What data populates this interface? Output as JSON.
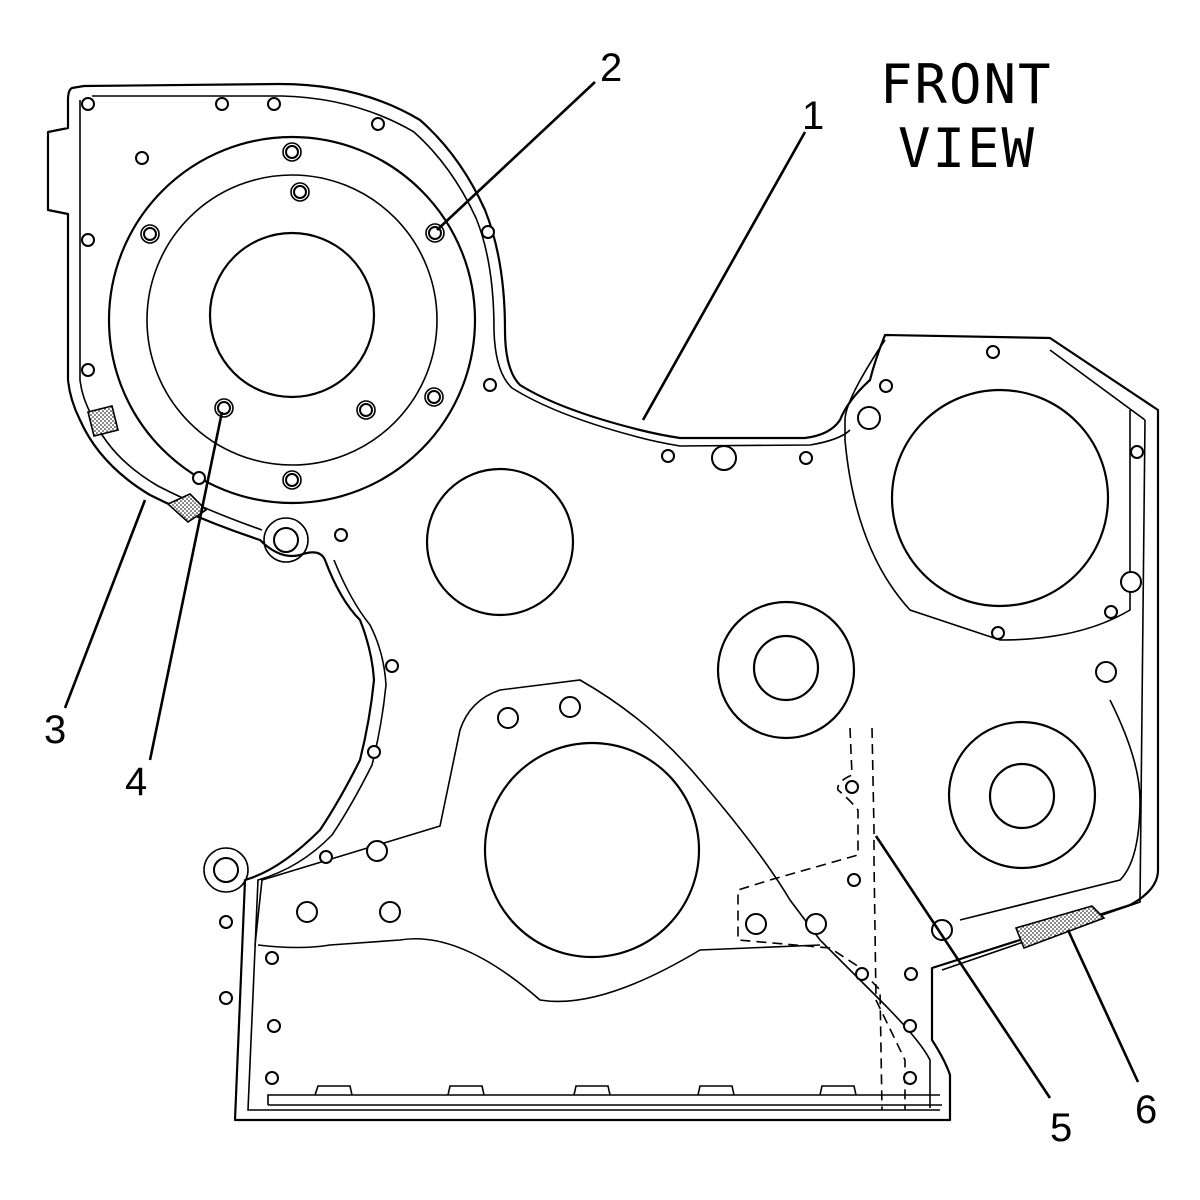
{
  "view_title": {
    "line1": "FRONT",
    "line2": "VIEW"
  },
  "callouts": [
    {
      "id": "1",
      "label": "1"
    },
    {
      "id": "2",
      "label": "2"
    },
    {
      "id": "3",
      "label": "3"
    },
    {
      "id": "4",
      "label": "4"
    },
    {
      "id": "5",
      "label": "5"
    },
    {
      "id": "6",
      "label": "6"
    }
  ]
}
